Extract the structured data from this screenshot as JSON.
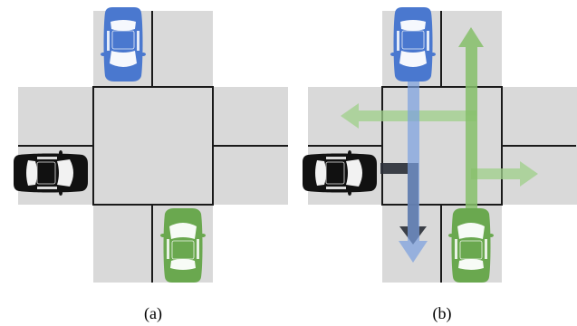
{
  "panels": [
    {
      "caption": "(a)",
      "cars": [
        {
          "id": "blue",
          "color": "#4a78cf",
          "heading": "down"
        },
        {
          "id": "black",
          "color": "#111111",
          "heading": "right"
        },
        {
          "id": "green",
          "color": "#6aa84f",
          "heading": "up"
        }
      ],
      "paths": []
    },
    {
      "caption": "(b)",
      "cars": [
        {
          "id": "blue",
          "color": "#4a78cf",
          "heading": "down"
        },
        {
          "id": "black",
          "color": "#111111",
          "heading": "right"
        },
        {
          "id": "green",
          "color": "#6aa84f",
          "heading": "up"
        }
      ],
      "paths": [
        {
          "car": "blue",
          "color": "#7a9fe0",
          "route": "straight-down"
        },
        {
          "car": "black",
          "color": "#2b2f38",
          "route": "right-turn-down"
        },
        {
          "car": "green",
          "color": "#86c06a",
          "route": "straight-up"
        },
        {
          "car": "green",
          "color": "#9fd08a",
          "route": "turn-left"
        },
        {
          "car": "green",
          "color": "#9fd08a",
          "route": "turn-right"
        }
      ]
    }
  ],
  "colors": {
    "road": "#d9d9d9",
    "lane_line": "#1a1a1a",
    "background": "#ffffff"
  }
}
